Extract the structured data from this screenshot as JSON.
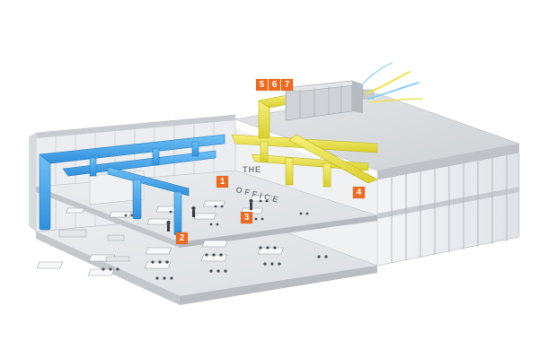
{
  "diagram": {
    "sign_text": [
      "THE",
      "OFFICE"
    ],
    "badges": [
      "1",
      "2",
      "3",
      "4",
      "5",
      "6",
      "7"
    ]
  },
  "colors": {
    "supply_duct": "#3aa0e8",
    "exhaust_duct": "#e8e13a",
    "badge": "#ef6a1f",
    "slab": "#d3d6d9",
    "glass": "#e6eaee"
  }
}
